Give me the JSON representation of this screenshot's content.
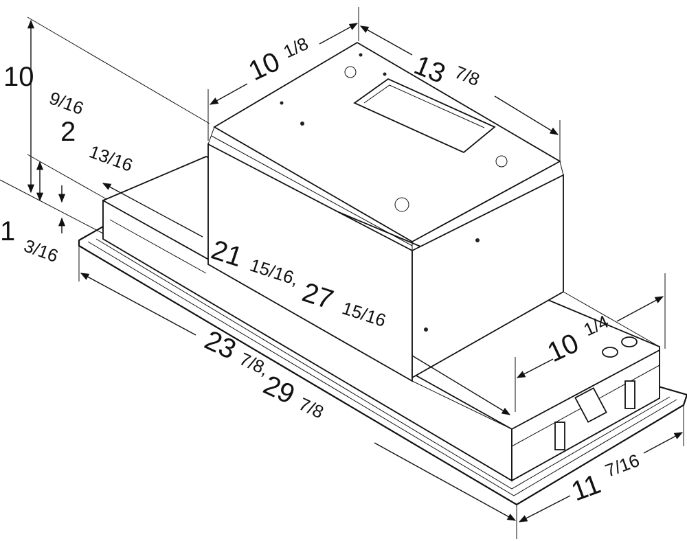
{
  "diagram": {
    "dimensions": {
      "overall_height": {
        "whole": "10",
        "fraction": "9/16"
      },
      "lower_body_height": {
        "whole": "2",
        "fraction": "13/16"
      },
      "tray_height": {
        "whole": "1",
        "fraction": "3/16"
      },
      "blower_depth": {
        "whole": "10",
        "fraction": "1/8"
      },
      "blower_width": {
        "whole": "13",
        "fraction": "7/8"
      },
      "body_length": {
        "whole": "21",
        "fraction": "15/16,",
        "whole2": "27",
        "fraction2": "15/16"
      },
      "body_depth": {
        "whole": "10",
        "fraction": "1/4"
      },
      "overall_length": {
        "whole": "23",
        "fraction": "7/8,",
        "whole2": "29",
        "fraction2": "7/8"
      },
      "overall_depth": {
        "whole": "11",
        "fraction": "7/16"
      }
    },
    "colors": {
      "line": "#111111",
      "background": "#ffffff"
    }
  }
}
